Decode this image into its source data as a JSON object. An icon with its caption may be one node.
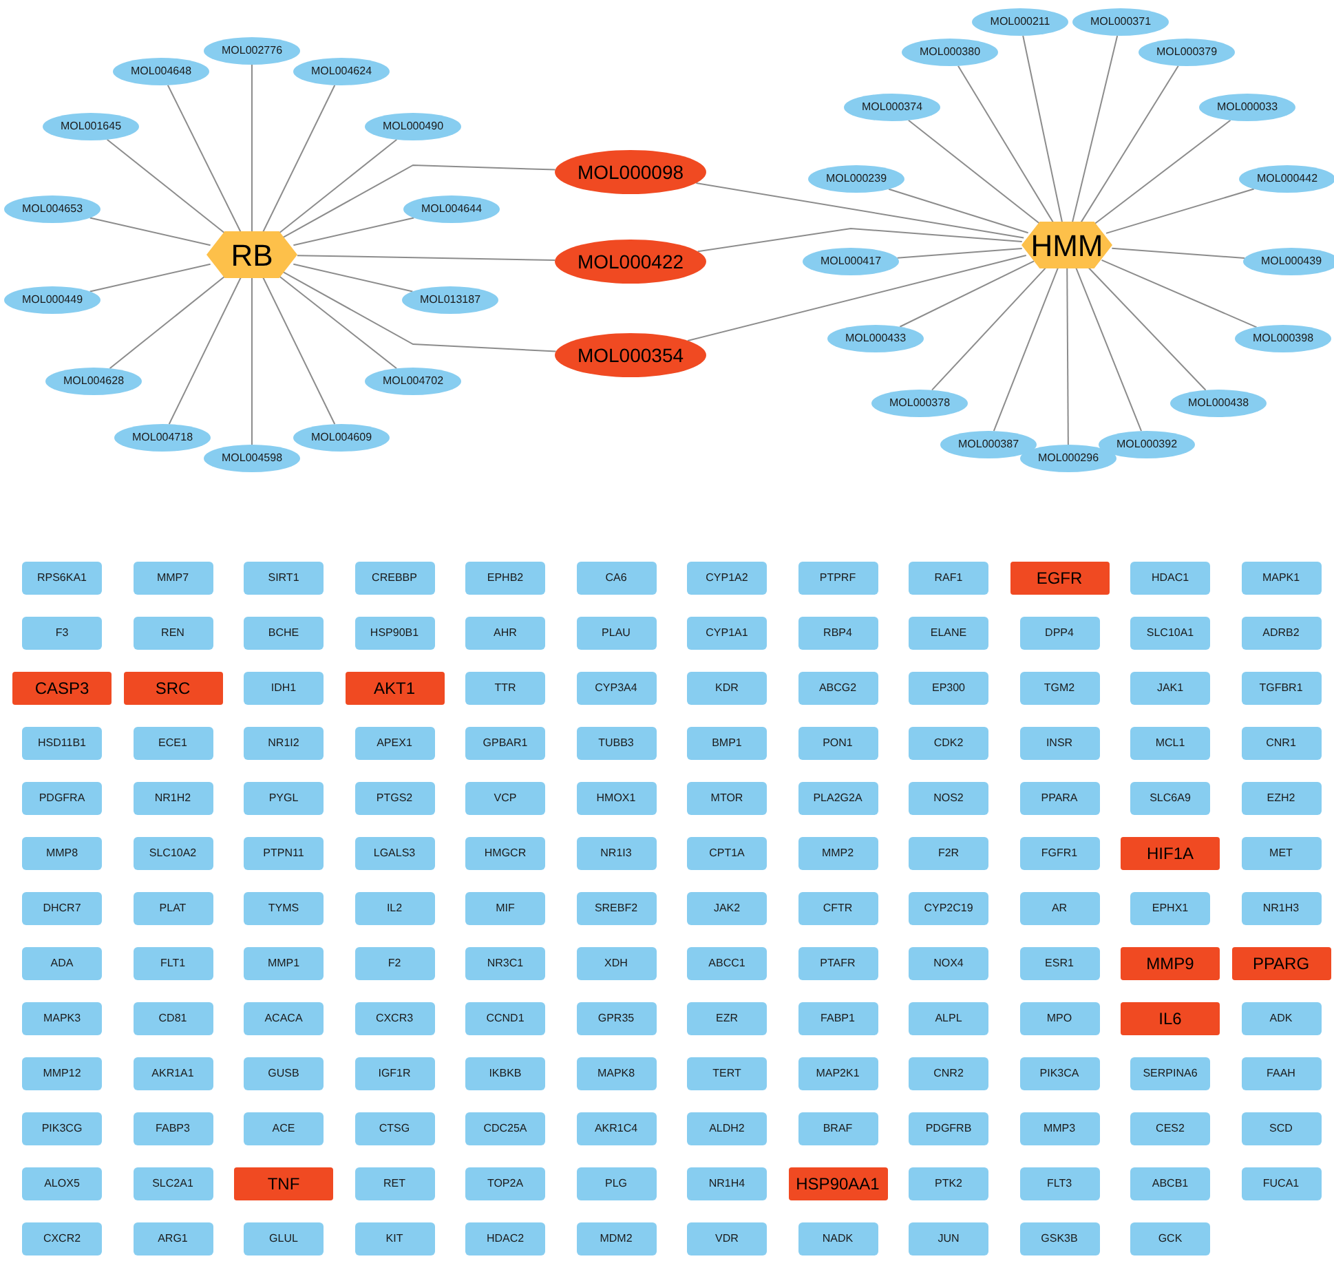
{
  "diagram": {
    "nodes": [
      {
        "text": [
          "MOL002776"
        ]
      },
      {
        "text": [
          "MOL004648"
        ]
      },
      {
        "text": [
          "MOL004624"
        ]
      },
      {
        "text": [
          "MOL001645"
        ]
      },
      {
        "text": [
          "MOL000490"
        ]
      },
      {
        "text": [
          "MOL004653"
        ]
      },
      {
        "text": [
          "MOL004644"
        ]
      },
      {
        "text": [
          "RB"
        ]
      },
      {
        "text": [
          "MOL000449"
        ]
      },
      {
        "text": [
          "MOL013187"
        ]
      },
      {
        "text": [
          "MOL004628"
        ]
      },
      {
        "text": [
          "MOL004702"
        ]
      },
      {
        "text": [
          "MOL004718"
        ]
      },
      {
        "text": [
          "MOL004609"
        ]
      },
      {
        "text": [
          "MOL004598"
        ]
      },
      {
        "text": [
          "MOL000098"
        ]
      },
      {
        "text": [
          "MOL000422"
        ]
      },
      {
        "text": [
          "MOL000354"
        ]
      },
      {
        "text": [
          "MOL000211"
        ]
      },
      {
        "text": [
          "MOL000371"
        ]
      },
      {
        "text": [
          "MOL000380"
        ]
      },
      {
        "text": [
          "MOL000379"
        ]
      },
      {
        "text": [
          "MOL000374"
        ]
      },
      {
        "text": [
          "MOL000033"
        ]
      },
      {
        "text": [
          "MOL000239"
        ]
      },
      {
        "text": [
          "MOL000442"
        ]
      },
      {
        "text": [
          "HMM"
        ]
      },
      {
        "text": [
          "MOL000417"
        ]
      },
      {
        "text": [
          "MOL000439"
        ]
      },
      {
        "text": [
          "MOL000433"
        ]
      },
      {
        "text": [
          "MOL000398"
        ]
      },
      {
        "text": [
          "MOL000378"
        ]
      },
      {
        "text": [
          "MOL000438"
        ]
      },
      {
        "text": [
          "MOL000387"
        ]
      },
      {
        "text": [
          "MOL000392"
        ]
      },
      {
        "text": [
          "MOL000296"
        ]
      },
      {
        "text": [
          "RPS6KA1"
        ]
      },
      {
        "text": [
          "MMP7"
        ]
      },
      {
        "text": [
          "SIRT1"
        ]
      },
      {
        "text": [
          "CREBBP"
        ]
      },
      {
        "text": [
          "EPHB2"
        ]
      },
      {
        "text": [
          "CA6"
        ]
      },
      {
        "text": [
          "CYP1A2"
        ]
      },
      {
        "text": [
          "PTPRF"
        ]
      },
      {
        "text": [
          "RAF1"
        ]
      },
      {
        "text": [
          "EGFR"
        ]
      },
      {
        "text": [
          "HDAC1"
        ]
      },
      {
        "text": [
          "MAPK1"
        ]
      },
      {
        "text": [
          "F3"
        ]
      },
      {
        "text": [
          "REN"
        ]
      },
      {
        "text": [
          "BCHE"
        ]
      },
      {
        "text": [
          "HSP90B1"
        ]
      },
      {
        "text": [
          "AHR"
        ]
      },
      {
        "text": [
          "PLAU"
        ]
      },
      {
        "text": [
          "CYP1A1"
        ]
      },
      {
        "text": [
          "RBP4"
        ]
      },
      {
        "text": [
          "ELANE"
        ]
      },
      {
        "text": [
          "DPP4"
        ]
      },
      {
        "text": [
          "SLC10A1"
        ]
      },
      {
        "text": [
          "ADRB2"
        ]
      },
      {
        "text": [
          "CASP3"
        ]
      },
      {
        "text": [
          "SRC"
        ]
      },
      {
        "text": [
          "IDH1"
        ]
      },
      {
        "text": [
          "AKT1"
        ]
      },
      {
        "text": [
          "TTR"
        ]
      },
      {
        "text": [
          "CYP3A4"
        ]
      },
      {
        "text": [
          "KDR"
        ]
      },
      {
        "text": [
          "ABCG2"
        ]
      },
      {
        "text": [
          "EP300"
        ]
      },
      {
        "text": [
          "TGM2"
        ]
      },
      {
        "text": [
          "JAK1"
        ]
      },
      {
        "text": [
          "TGFBR1"
        ]
      },
      {
        "text": [
          "HSD11B1"
        ]
      },
      {
        "text": [
          "ECE1"
        ]
      },
      {
        "text": [
          "NR1I2"
        ]
      },
      {
        "text": [
          "APEX1"
        ]
      },
      {
        "text": [
          "GPBAR1"
        ]
      },
      {
        "text": [
          "TUBB3"
        ]
      },
      {
        "text": [
          "BMP1"
        ]
      },
      {
        "text": [
          "PON1"
        ]
      },
      {
        "text": [
          "CDK2"
        ]
      },
      {
        "text": [
          "INSR"
        ]
      },
      {
        "text": [
          "MCL1"
        ]
      },
      {
        "text": [
          "CNR1"
        ]
      },
      {
        "text": [
          "PDGFRA"
        ]
      },
      {
        "text": [
          "NR1H2"
        ]
      },
      {
        "text": [
          "PYGL"
        ]
      },
      {
        "text": [
          "PTGS2"
        ]
      },
      {
        "text": [
          "VCP"
        ]
      },
      {
        "text": [
          "HMOX1"
        ]
      },
      {
        "text": [
          "MTOR"
        ]
      },
      {
        "text": [
          "PLA2G2A"
        ]
      },
      {
        "text": [
          "NOS2"
        ]
      },
      {
        "text": [
          "PPARA"
        ]
      },
      {
        "text": [
          "SLC6A9"
        ]
      },
      {
        "text": [
          "EZH2"
        ]
      },
      {
        "text": [
          "MMP8"
        ]
      },
      {
        "text": [
          "SLC10A2"
        ]
      },
      {
        "text": [
          "PTPN11"
        ]
      },
      {
        "text": [
          "LGALS3"
        ]
      },
      {
        "text": [
          "HMGCR"
        ]
      },
      {
        "text": [
          "NR1I3"
        ]
      },
      {
        "text": [
          "CPT1A"
        ]
      },
      {
        "text": [
          "MMP2"
        ]
      },
      {
        "text": [
          "F2R"
        ]
      },
      {
        "text": [
          "FGFR1"
        ]
      },
      {
        "text": [
          "HIF1A"
        ]
      },
      {
        "text": [
          "MET"
        ]
      },
      {
        "text": [
          "DHCR7"
        ]
      },
      {
        "text": [
          "PLAT"
        ]
      },
      {
        "text": [
          "TYMS"
        ]
      },
      {
        "text": [
          "IL2"
        ]
      },
      {
        "text": [
          "MIF"
        ]
      },
      {
        "text": [
          "SREBF2"
        ]
      },
      {
        "text": [
          "JAK2"
        ]
      },
      {
        "text": [
          "CFTR"
        ]
      },
      {
        "text": [
          "CYP2C19"
        ]
      },
      {
        "text": [
          "AR"
        ]
      },
      {
        "text": [
          "EPHX1"
        ]
      },
      {
        "text": [
          "NR1H3"
        ]
      },
      {
        "text": [
          "ADA"
        ]
      },
      {
        "text": [
          "FLT1"
        ]
      },
      {
        "text": [
          "MMP1"
        ]
      },
      {
        "text": [
          "F2"
        ]
      },
      {
        "text": [
          "NR3C1"
        ]
      },
      {
        "text": [
          "XDH"
        ]
      },
      {
        "text": [
          "ABCC1"
        ]
      },
      {
        "text": [
          "PTAFR"
        ]
      },
      {
        "text": [
          "NOX4"
        ]
      },
      {
        "text": [
          "ESR1"
        ]
      },
      {
        "text": [
          "MMP9"
        ]
      },
      {
        "text": [
          "PPARG"
        ]
      },
      {
        "text": [
          "MAPK3"
        ]
      },
      {
        "text": [
          "CD81"
        ]
      },
      {
        "text": [
          "ACACA"
        ]
      },
      {
        "text": [
          "CXCR3"
        ]
      },
      {
        "text": [
          "CCND1"
        ]
      },
      {
        "text": [
          "GPR35"
        ]
      },
      {
        "text": [
          "EZR"
        ]
      },
      {
        "text": [
          "FABP1"
        ]
      },
      {
        "text": [
          "ALPL"
        ]
      },
      {
        "text": [
          "MPO"
        ]
      },
      {
        "text": [
          "IL6"
        ]
      },
      {
        "text": [
          "ADK"
        ]
      },
      {
        "text": [
          "MMP12"
        ]
      },
      {
        "text": [
          "AKR1A1"
        ]
      },
      {
        "text": [
          "GUSB"
        ]
      },
      {
        "text": [
          "IGF1R"
        ]
      },
      {
        "text": [
          "IKBKB"
        ]
      },
      {
        "text": [
          "MAPK8"
        ]
      },
      {
        "text": [
          "TERT"
        ]
      },
      {
        "text": [
          "MAP2K1"
        ]
      },
      {
        "text": [
          "CNR2"
        ]
      },
      {
        "text": [
          "PIK3CA"
        ]
      },
      {
        "text": [
          "SERPINA6"
        ]
      },
      {
        "text": [
          "FAAH"
        ]
      },
      {
        "text": [
          "PIK3CG"
        ]
      },
      {
        "text": [
          "FABP3"
        ]
      },
      {
        "text": [
          "ACE"
        ]
      },
      {
        "text": [
          "CTSG"
        ]
      },
      {
        "text": [
          "CDC25A"
        ]
      },
      {
        "text": [
          "AKR1C4"
        ]
      },
      {
        "text": [
          "ALDH2"
        ]
      },
      {
        "text": [
          "BRAF"
        ]
      },
      {
        "text": [
          "PDGFRB"
        ]
      },
      {
        "text": [
          "MMP3"
        ]
      },
      {
        "text": [
          "CES2"
        ]
      },
      {
        "text": [
          "SCD"
        ]
      },
      {
        "text": [
          "ALOX5"
        ]
      },
      {
        "text": [
          "SLC2A1"
        ]
      },
      {
        "text": [
          "TNF"
        ]
      },
      {
        "text": [
          "RET"
        ]
      },
      {
        "text": [
          "TOP2A"
        ]
      },
      {
        "text": [
          "PLG"
        ]
      },
      {
        "text": [
          "NR1H4"
        ]
      },
      {
        "text": [
          "HSP90AA1"
        ]
      },
      {
        "text": [
          "PTK2"
        ]
      },
      {
        "text": [
          "FLT3"
        ]
      },
      {
        "text": [
          "ABCB1"
        ]
      },
      {
        "text": [
          "FUCA1"
        ]
      },
      {
        "text": [
          "CXCR2"
        ]
      },
      {
        "text": [
          "ARG1"
        ]
      },
      {
        "text": [
          "GLUL"
        ]
      },
      {
        "text": [
          "KIT"
        ]
      },
      {
        "text": [
          "HDAC2"
        ]
      },
      {
        "text": [
          "MDM2"
        ]
      },
      {
        "text": [
          "VDR"
        ]
      },
      {
        "text": [
          "NADK"
        ]
      },
      {
        "text": [
          "JUN"
        ]
      },
      {
        "text": [
          "GSK3B"
        ]
      },
      {
        "text": [
          "GCK"
        ]
      }
    ],
    "edges": [
      {
        "from": 7,
        "to": 0,
        "arrow": "none"
      },
      {
        "from": 7,
        "to": 1,
        "arrow": "none"
      },
      {
        "from": 7,
        "to": 2,
        "arrow": "none"
      },
      {
        "from": 7,
        "to": 3,
        "arrow": "none"
      },
      {
        "from": 7,
        "to": 4,
        "arrow": "none"
      },
      {
        "from": 7,
        "to": 5,
        "arrow": "none"
      },
      {
        "from": 7,
        "to": 6,
        "arrow": "none"
      },
      {
        "from": 7,
        "to": 8,
        "arrow": "none"
      },
      {
        "from": 7,
        "to": 9,
        "arrow": "none"
      },
      {
        "from": 7,
        "to": 10,
        "arrow": "none"
      },
      {
        "from": 7,
        "to": 11,
        "arrow": "none"
      },
      {
        "from": 7,
        "to": 12,
        "arrow": "none"
      },
      {
        "from": 7,
        "to": 13,
        "arrow": "none"
      },
      {
        "from": 7,
        "to": 14,
        "arrow": "none"
      },
      {
        "from": 7,
        "to": 15,
        "arrow": "none"
      },
      {
        "from": 7,
        "to": 16,
        "arrow": "none"
      },
      {
        "from": 7,
        "to": 17,
        "arrow": "none"
      },
      {
        "from": 26,
        "to": 15,
        "arrow": "none"
      },
      {
        "from": 26,
        "to": 16,
        "arrow": "none"
      },
      {
        "from": 26,
        "to": 17,
        "arrow": "none"
      },
      {
        "from": 26,
        "to": 18,
        "arrow": "none"
      },
      {
        "from": 26,
        "to": 19,
        "arrow": "none"
      },
      {
        "from": 26,
        "to": 20,
        "arrow": "none"
      },
      {
        "from": 26,
        "to": 21,
        "arrow": "none"
      },
      {
        "from": 26,
        "to": 22,
        "arrow": "none"
      },
      {
        "from": 26,
        "to": 23,
        "arrow": "none"
      },
      {
        "from": 26,
        "to": 24,
        "arrow": "none"
      },
      {
        "from": 26,
        "to": 25,
        "arrow": "none"
      },
      {
        "from": 26,
        "to": 27,
        "arrow": "none"
      },
      {
        "from": 26,
        "to": 28,
        "arrow": "none"
      },
      {
        "from": 26,
        "to": 29,
        "arrow": "none"
      },
      {
        "from": 26,
        "to": 30,
        "arrow": "none"
      },
      {
        "from": 26,
        "to": 31,
        "arrow": "none"
      },
      {
        "from": 26,
        "to": 32,
        "arrow": "none"
      },
      {
        "from": 26,
        "to": 33,
        "arrow": "none"
      },
      {
        "from": 26,
        "to": 34,
        "arrow": "none"
      },
      {
        "from": 26,
        "to": 35,
        "arrow": "none"
      }
    ]
  }
}
